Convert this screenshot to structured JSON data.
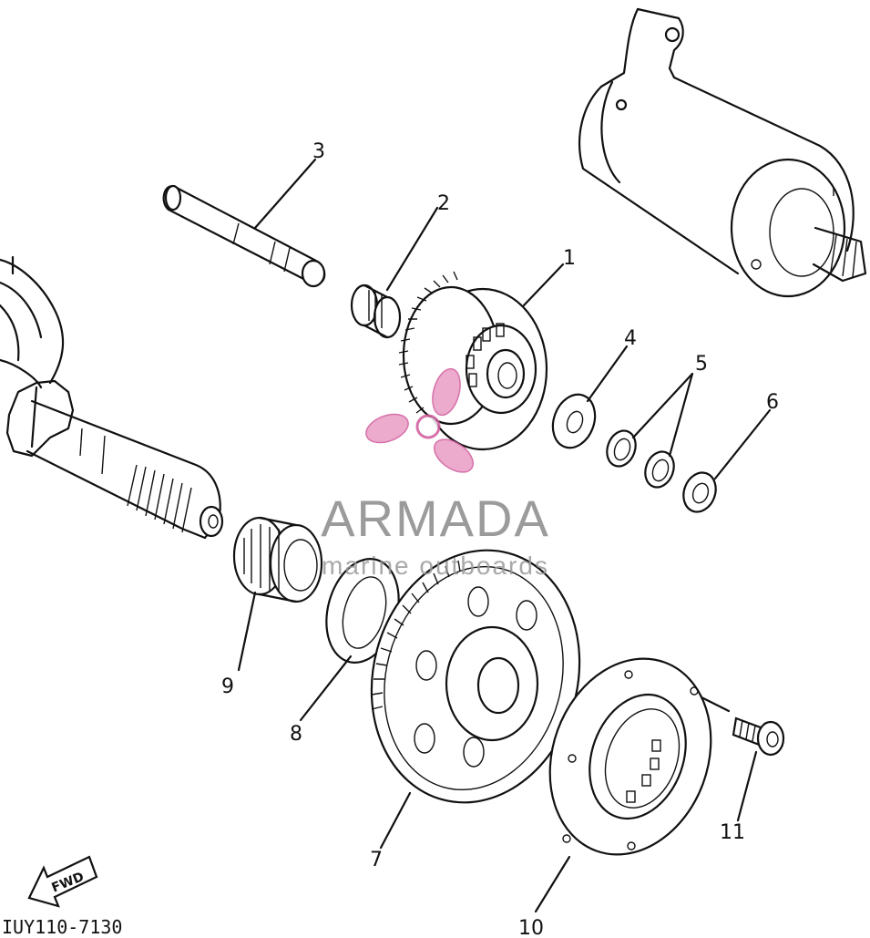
{
  "diagram": {
    "callouts": [
      "1",
      "2",
      "3",
      "4",
      "5",
      "6",
      "7",
      "8",
      "9",
      "10",
      "11"
    ],
    "fwd_label": "FWD",
    "part_code": "IUY110-7130"
  },
  "watermark": {
    "title": "ARMADA",
    "subtitle": "marine outboards",
    "color": "#e27bb1"
  }
}
